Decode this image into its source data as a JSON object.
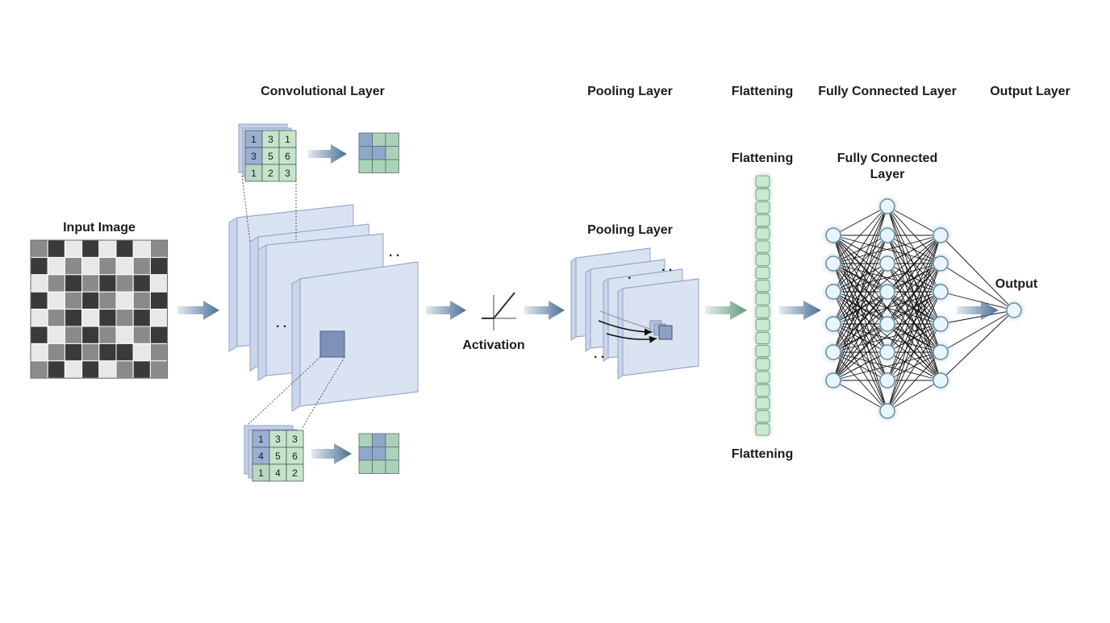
{
  "headers": {
    "convolutional": "Convolutional Layer",
    "pooling": "Pooling Layer",
    "flattening": "Flattening",
    "fully_connected": "Fully Connected Layer",
    "output": "Output Layer"
  },
  "labels": {
    "input_image": "Input Image",
    "activation": "Activation",
    "pooling_layer": "Pooling Layer",
    "flattening_top": "Flattening",
    "flattening_bottom": "Flattening",
    "fc_line1": "Fully Connected",
    "fc_line2": "Layer",
    "output": "Output"
  },
  "kernel_top": [
    [
      "1",
      "3",
      "1"
    ],
    [
      "3",
      "5",
      "6"
    ],
    [
      "1",
      "2",
      "3"
    ]
  ],
  "kernel_bottom": [
    [
      "1",
      "3",
      "3"
    ],
    [
      "4",
      "5",
      "6"
    ],
    [
      "1",
      "4",
      "2"
    ]
  ],
  "input_grid": [
    [
      1,
      0,
      2,
      0,
      2,
      0,
      2,
      1
    ],
    [
      0,
      2,
      1,
      2,
      1,
      2,
      1,
      0
    ],
    [
      2,
      1,
      0,
      1,
      0,
      1,
      0,
      2
    ],
    [
      0,
      2,
      1,
      0,
      1,
      2,
      1,
      0
    ],
    [
      2,
      1,
      0,
      2,
      0,
      1,
      0,
      2
    ],
    [
      0,
      2,
      1,
      0,
      1,
      2,
      1,
      0
    ],
    [
      2,
      1,
      0,
      1,
      0,
      0,
      2,
      1
    ],
    [
      1,
      0,
      2,
      0,
      2,
      1,
      0,
      1
    ]
  ],
  "network": {
    "input_nodes": 6,
    "hidden_nodes": 8,
    "third_nodes": 6,
    "output_nodes": 1
  },
  "colors": {
    "arrow": "#4a7196",
    "layer_fill": "#dbe4f2",
    "layer_stroke": "#8ea3c8",
    "green_cell": "#c5e4c9",
    "blue_cell": "#98b1d1",
    "node_fill": "#eaf5fb",
    "node_stroke": "#5f8fa8",
    "flatten_cell": "#c9e8cf"
  }
}
